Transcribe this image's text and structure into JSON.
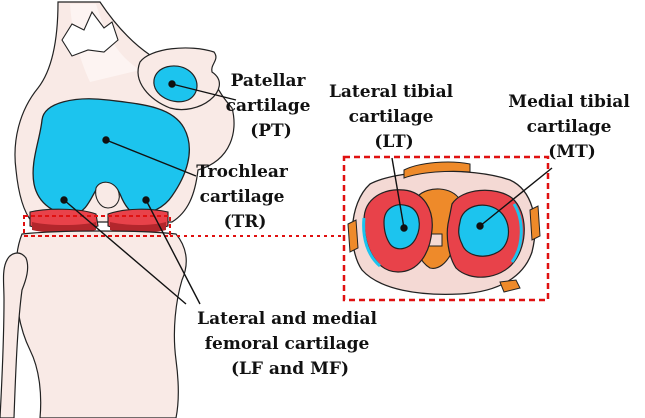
{
  "labels": {
    "patellar": {
      "line1": "Patellar",
      "line2": "cartilage",
      "line3": "(PT)"
    },
    "trochlear": {
      "line1": "Trochlear",
      "line2": "cartilage",
      "line3": "(TR)"
    },
    "lateral_tibial": {
      "line1": "Lateral tibial",
      "line2": "cartilage",
      "line3": "(LT)"
    },
    "medial_tibial": {
      "line1": "Medial tibial",
      "line2": "cartilage",
      "line3": "(MT)"
    },
    "femoral": {
      "line1": "Lateral and medial",
      "line2": "femoral cartilage",
      "line3": "(LF and MF)"
    }
  },
  "colors": {
    "bone": "#f9eae6",
    "bone_outline": "#222222",
    "cartilage": "#1cc4ee",
    "meniscus": "#e8424a",
    "dark_red": "#b3262c",
    "orange": "#ee8a2a",
    "dashed_box": "#e01010"
  }
}
